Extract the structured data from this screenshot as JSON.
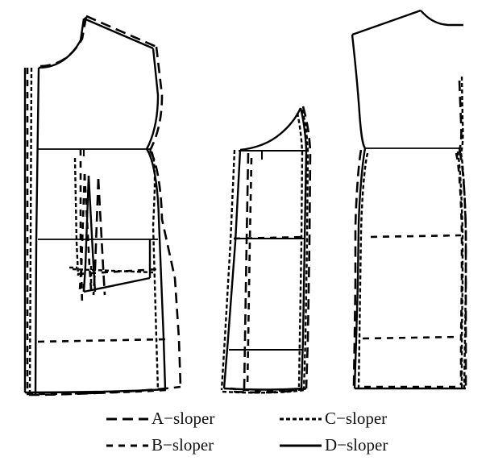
{
  "figure": {
    "type": "technical-line-drawing",
    "subject": "garment pattern sloper overlay comparison",
    "pieces": [
      {
        "name": "front-bodice-panel",
        "position": "left"
      },
      {
        "name": "side-panel",
        "position": "center"
      },
      {
        "name": "back-bodice-panel",
        "position": "right"
      }
    ]
  },
  "legend": {
    "position": "bottom-center",
    "entries": [
      {
        "key": "A",
        "label": "A−sloper",
        "style": "long-dash",
        "dasharray": "13,7",
        "width": 2.6,
        "color": "#000000"
      },
      {
        "key": "B",
        "label": "B−sloper",
        "style": "medium-dash",
        "dasharray": "8,7",
        "width": 2.6,
        "color": "#000000"
      },
      {
        "key": "C",
        "label": "C−sloper",
        "style": "short-dash",
        "dasharray": "5,3",
        "width": 2.4,
        "color": "#000000"
      },
      {
        "key": "D",
        "label": "D−sloper",
        "style": "solid",
        "dasharray": "none",
        "width": 2.4,
        "color": "#000000"
      }
    ]
  },
  "chart_data": {
    "type": "line",
    "title": "",
    "xlabel": "",
    "ylabel": "",
    "legend_position": "bottom",
    "series": [
      {
        "name": "A-sloper",
        "style": "long-dash"
      },
      {
        "name": "B-sloper",
        "style": "medium-dash"
      },
      {
        "name": "C-sloper",
        "style": "short-dash"
      },
      {
        "name": "D-sloper",
        "style": "solid"
      }
    ],
    "reference_lines": [
      {
        "name": "front-chest-line",
        "piece": "front-bodice-panel",
        "y": 185,
        "style": "solid"
      },
      {
        "name": "front-waist-line",
        "piece": "front-bodice-panel",
        "y": 297,
        "style": "solid"
      },
      {
        "name": "front-hip-line",
        "piece": "front-bodice-panel",
        "y": 424,
        "style": "medium-dash"
      },
      {
        "name": "side-chest-line",
        "piece": "side-panel",
        "y": 187,
        "style": "solid"
      },
      {
        "name": "side-waist-line",
        "piece": "side-panel",
        "y": 296,
        "style": "solid"
      },
      {
        "name": "side-hip-line",
        "piece": "side-panel",
        "y": 434,
        "style": "solid"
      },
      {
        "name": "back-chest-line",
        "piece": "back-bodice-panel",
        "y": 184,
        "style": "solid"
      },
      {
        "name": "back-waist-line",
        "piece": "back-bodice-panel",
        "y": 294,
        "style": "medium-dash"
      },
      {
        "name": "back-hip-line",
        "piece": "back-bodice-panel",
        "y": 420,
        "style": "medium-dash"
      }
    ]
  }
}
